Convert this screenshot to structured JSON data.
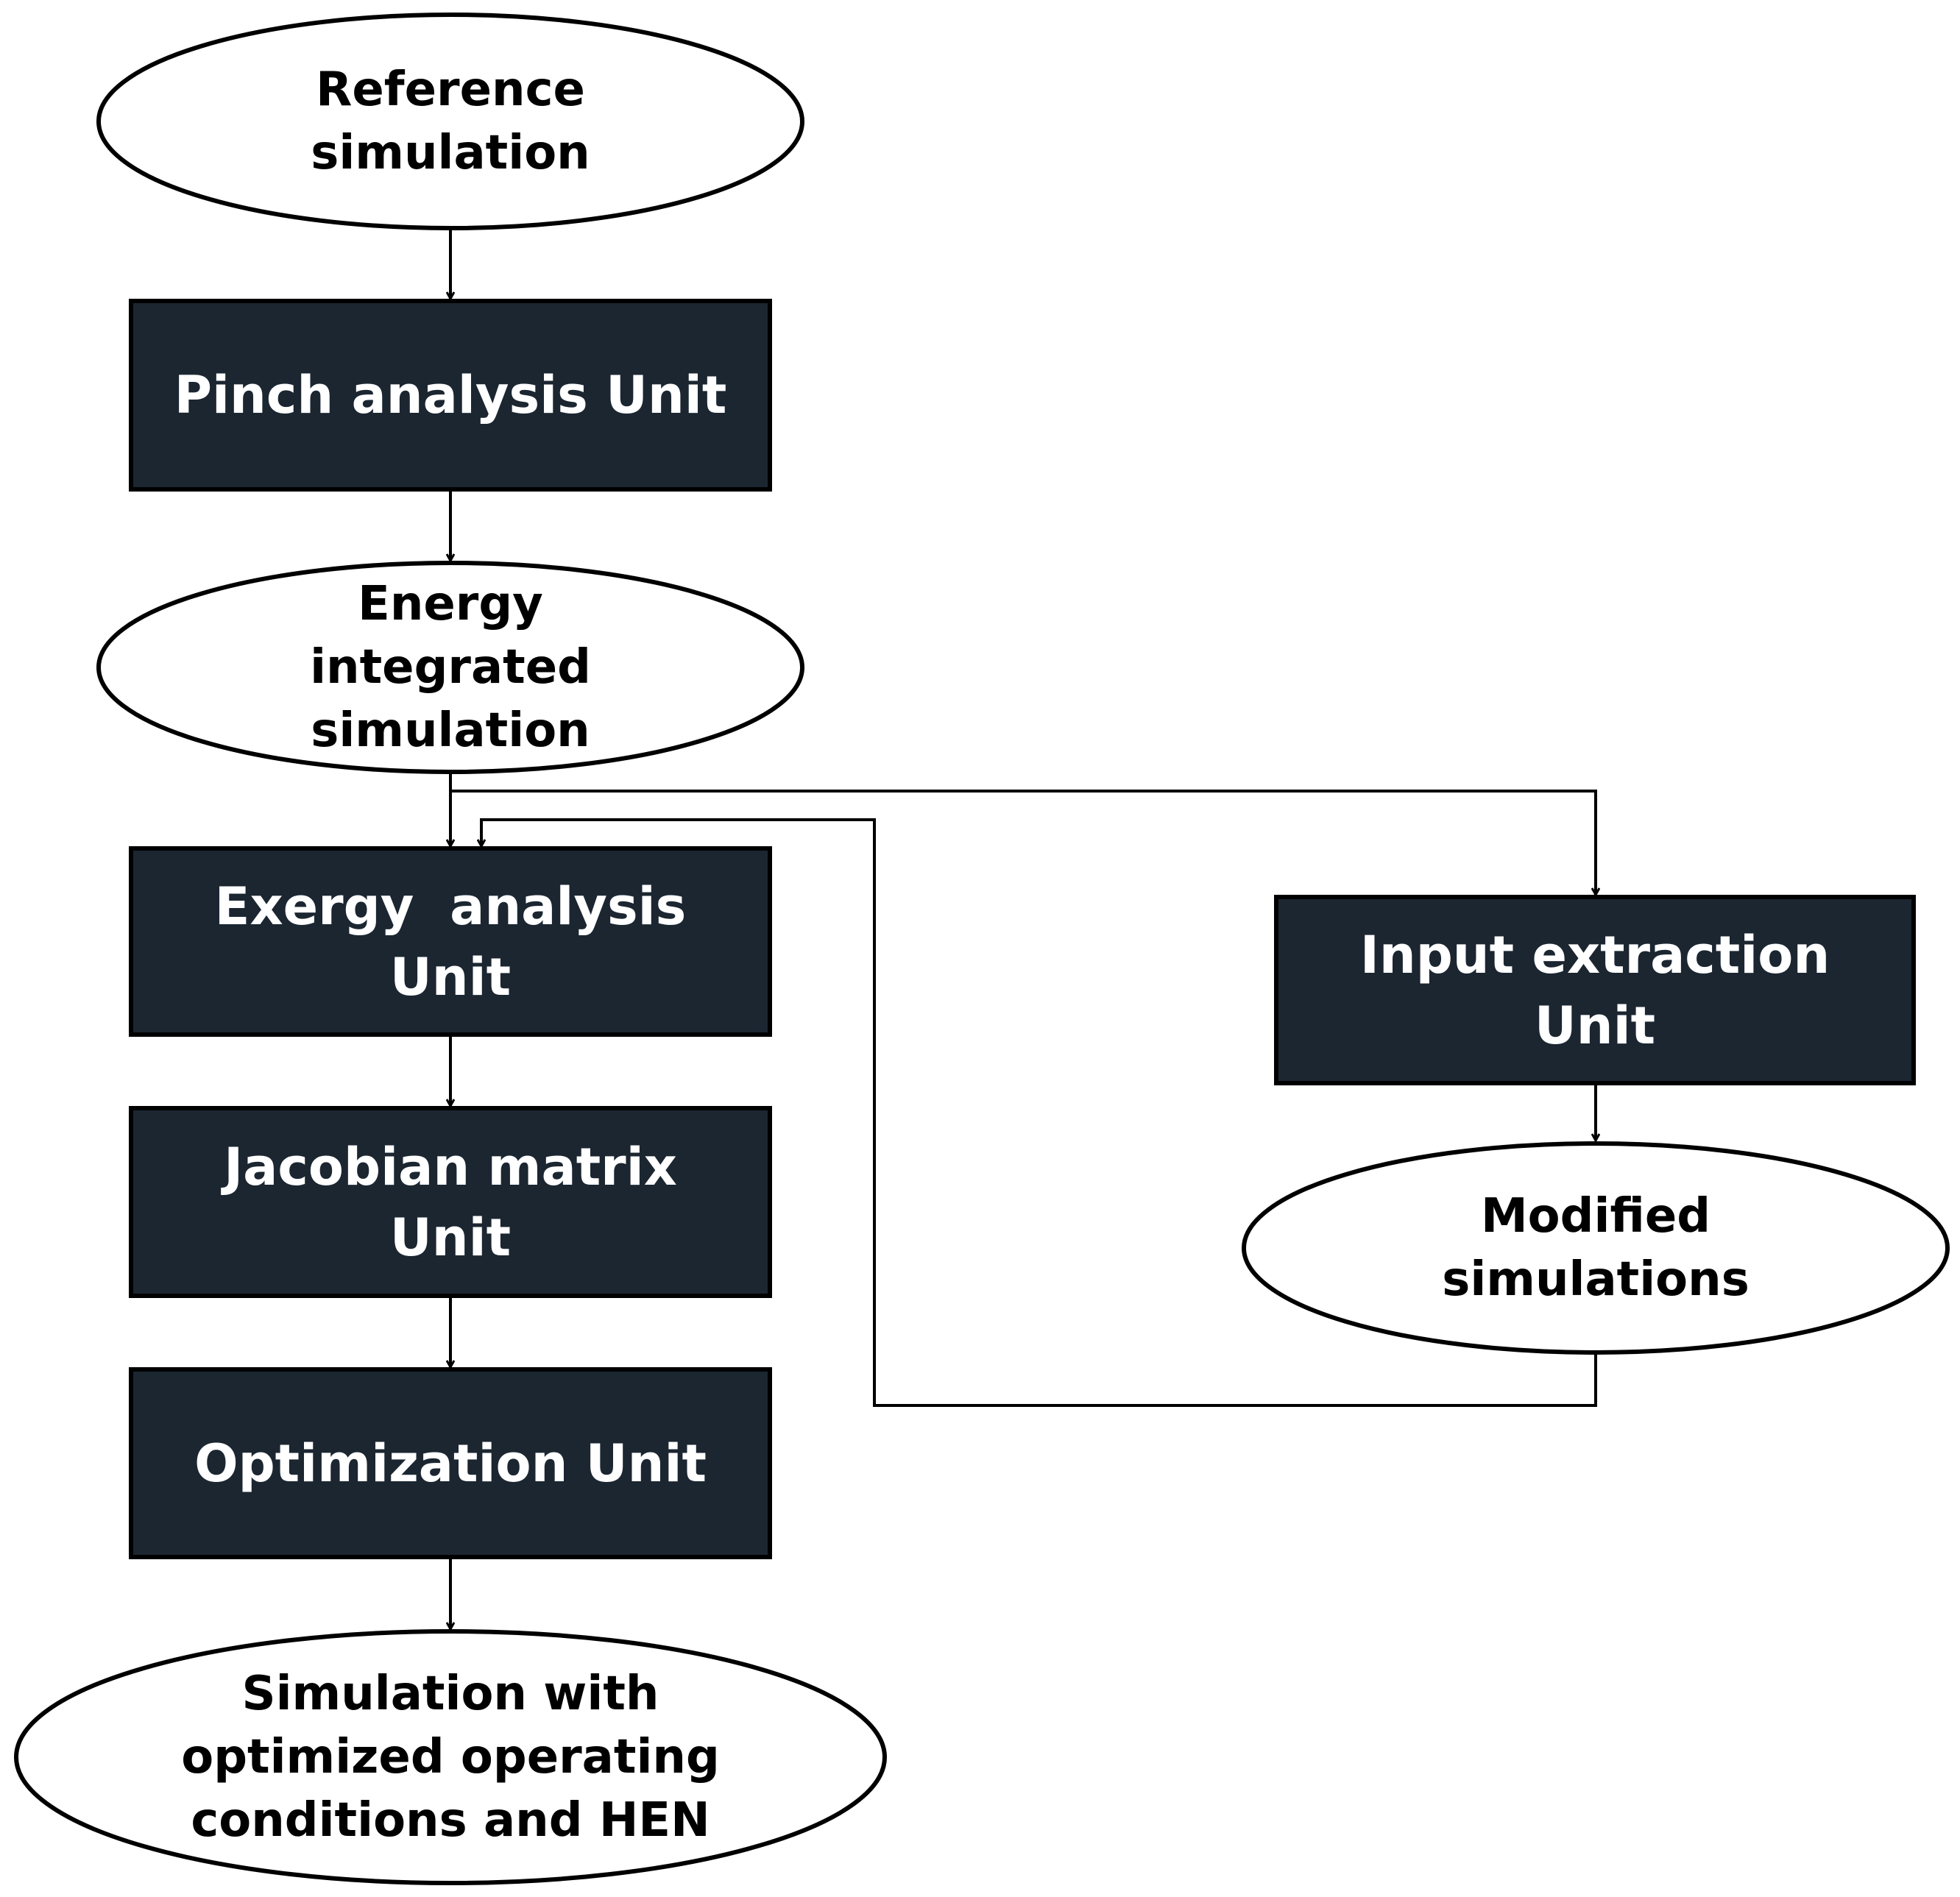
{
  "colors": {
    "box_fill": "#1b2631",
    "box_text": "#ffffff",
    "ellipse_fill": "#ffffff",
    "line": "#000000"
  },
  "nodes": {
    "reference_simulation": {
      "line1": "Reference",
      "line2": "simulation"
    },
    "pinch_analysis_unit": {
      "line1": "Pinch analysis Unit"
    },
    "energy_integrated_simulation": {
      "line1": "Energy",
      "line2": "integrated",
      "line3": "simulation"
    },
    "exergy_analysis_unit": {
      "line1": "Exergy  analysis",
      "line2": "Unit"
    },
    "jacobian_matrix_unit": {
      "line1": "Jacobian matrix",
      "line2": "Unit"
    },
    "optimization_unit": {
      "line1": "Optimization Unit"
    },
    "simulation_optimized": {
      "line1": "Simulation with",
      "line2": "optimized operating",
      "line3": "conditions and HEN"
    },
    "input_extraction_unit": {
      "line1": "Input extraction",
      "line2": "Unit"
    },
    "modified_simulations": {
      "line1": "Modified",
      "line2": "simulations"
    }
  }
}
